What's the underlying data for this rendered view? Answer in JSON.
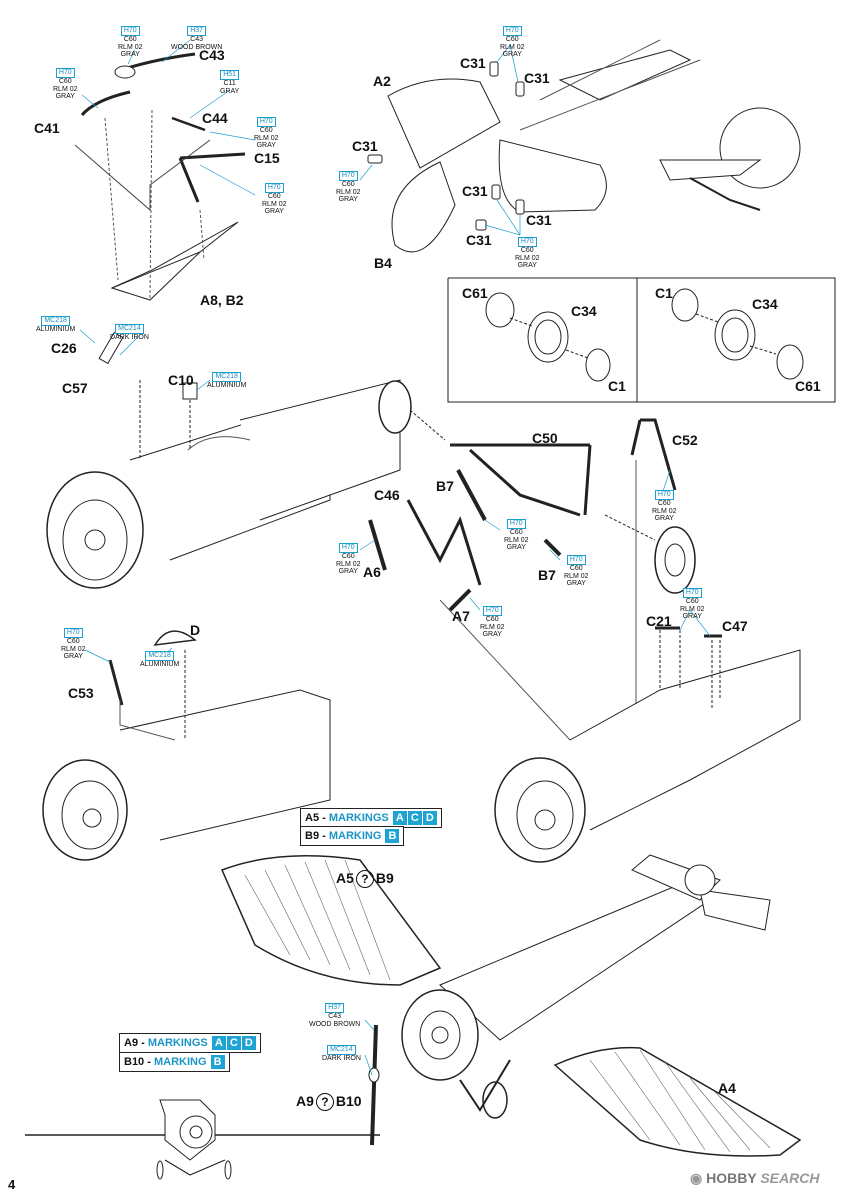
{
  "page": {
    "number": "4"
  },
  "watermark": {
    "text_a": "HOBBY",
    "text_b": "SEARCH"
  },
  "parts": {
    "a2": "A2",
    "b4": "B4",
    "c31_a": "C31",
    "c31_b": "C31",
    "c31_c": "C31",
    "c31_d": "C31",
    "c31_e": "C31",
    "c31_f": "C31",
    "c41": "C41",
    "c43": "C43",
    "c44": "C44",
    "c15": "C15",
    "a8b2": "A8, B2",
    "c26": "C26",
    "c57": "C57",
    "c10": "C10",
    "c61_a": "C61",
    "c34_a": "C34",
    "c1_a": "C1",
    "c1_b": "C1",
    "c34_b": "C34",
    "c61_b": "C61",
    "c50": "C50",
    "c52": "C52",
    "c46": "C46",
    "b7_a": "B7",
    "b7_b": "B7",
    "a6": "A6",
    "a7": "A7",
    "c21": "C21",
    "c47": "C47",
    "d": "D",
    "c53": "C53",
    "a5": "A5",
    "b9": "B9",
    "a4": "A4",
    "a9": "A9",
    "b10": "B10"
  },
  "paint_codes": {
    "h70_rlm": {
      "hue": "H70",
      "c": "C60",
      "line1": "RLM 02",
      "line2": "GRAY"
    },
    "h37_wood": {
      "hue": "H37",
      "c": "C43",
      "line1": "WOOD BROWN"
    },
    "h51_gray": {
      "hue": "H51",
      "c": "C11",
      "line1": "GRAY"
    },
    "mc218": {
      "hue": "MC218",
      "line1": "ALUMINIUM"
    },
    "mc214": {
      "hue": "MC214",
      "line1": "DARK IRON"
    }
  },
  "markings": {
    "sep": "-",
    "a5": {
      "part": "A5",
      "label": "MARKINGS",
      "letters": [
        "A",
        "C",
        "D"
      ]
    },
    "b9": {
      "part": "B9",
      "label": "MARKING",
      "letters": [
        "B"
      ]
    },
    "a9": {
      "part": "A9",
      "label": "MARKINGS",
      "letters": [
        "A",
        "C",
        "D"
      ]
    },
    "b10": {
      "part": "B10",
      "label": "MARKING",
      "letters": [
        "B"
      ]
    }
  },
  "choice_symbol": "?",
  "colors": {
    "accent": "#1ea3d3",
    "line": "#222222",
    "leader": "#1aa0d0"
  }
}
